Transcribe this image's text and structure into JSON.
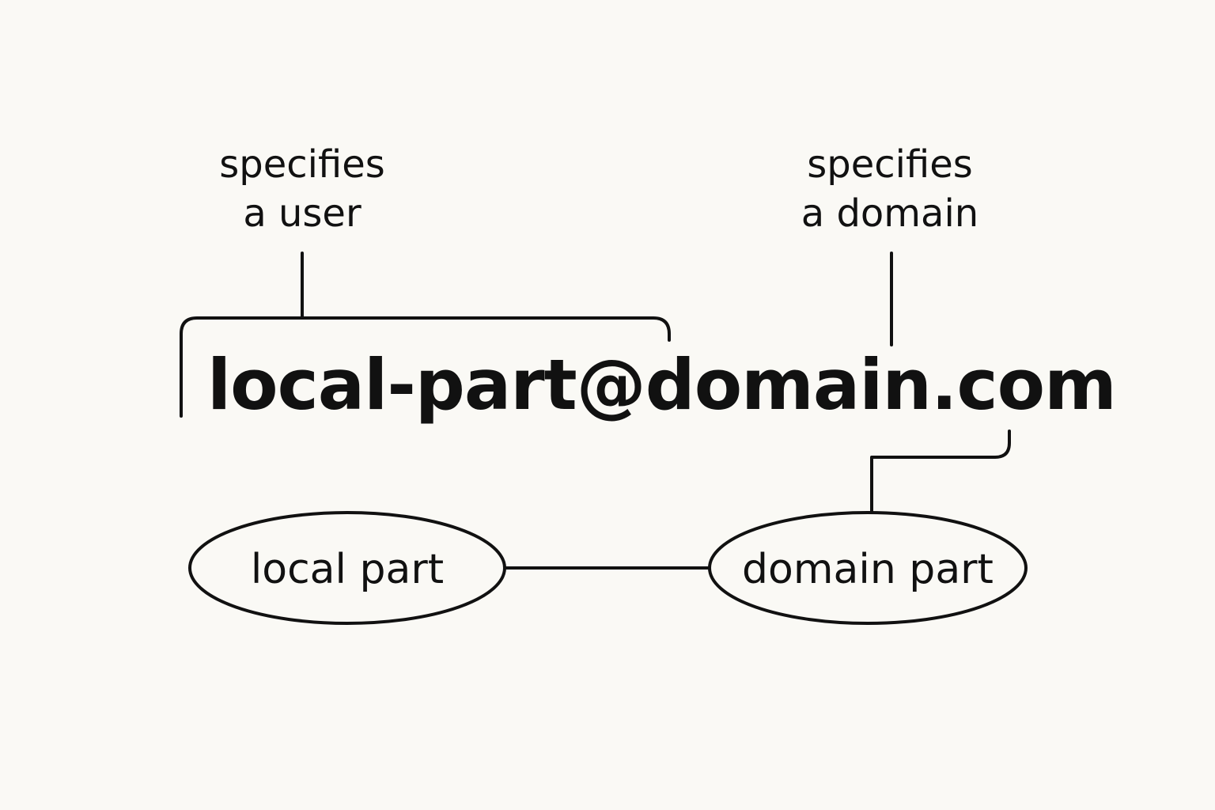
{
  "annotations": {
    "user": [
      "specifies",
      "a user"
    ],
    "domain": [
      "specifies",
      "a domain"
    ]
  },
  "address": "local-part@domain.com",
  "nodes": {
    "local": "local part",
    "domain": "domain part"
  },
  "colors": {
    "background": "#faf9f5",
    "ink": "#111111"
  }
}
